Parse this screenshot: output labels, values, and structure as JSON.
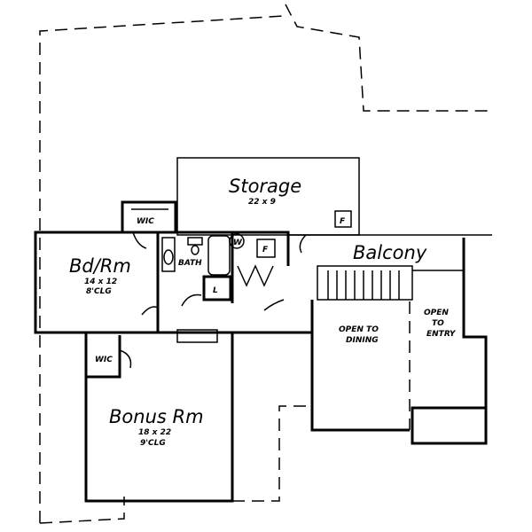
{
  "rooms": {
    "storage": {
      "name": "Storage",
      "size": "22 x 9",
      "fixture": "F"
    },
    "wic_upper": {
      "name": "WIC"
    },
    "bedroom": {
      "name": "Bd/Rm",
      "size": "14 x 12",
      "ceiling": "8'CLG"
    },
    "bath": {
      "name": "BATH",
      "linen": "L"
    },
    "laundry": {
      "washer": "W",
      "fixture": "F"
    },
    "balcony": {
      "name": "Balcony"
    },
    "open_dining": {
      "line1": "OPEN TO",
      "line2": "DINING"
    },
    "open_entry": {
      "line1": "OPEN",
      "line2": "TO",
      "line3": "ENTRY"
    },
    "wic_lower": {
      "name": "WIC"
    },
    "bonus": {
      "name": "Bonus Rm",
      "size": "18 x 22",
      "ceiling": "9'CLG"
    }
  }
}
